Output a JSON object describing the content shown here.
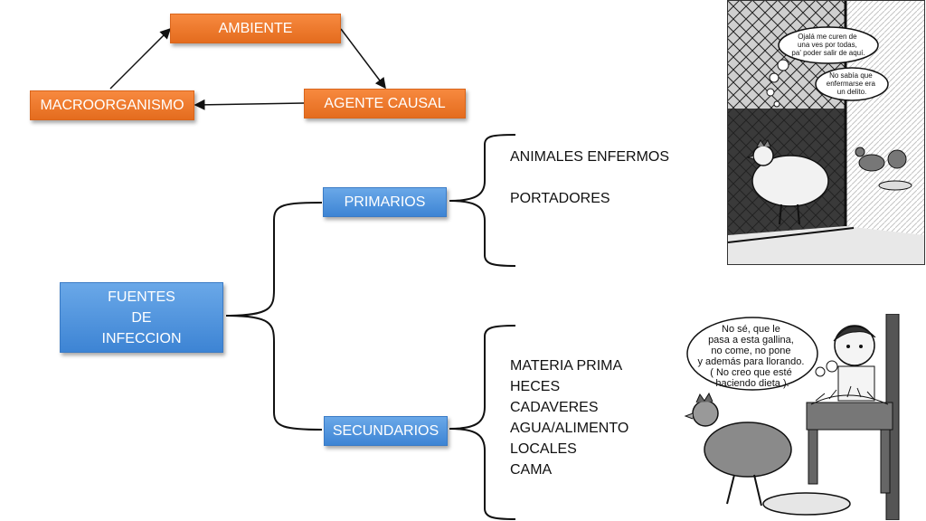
{
  "cycle": {
    "ambiente": "AMBIENTE",
    "agente_causal": "AGENTE CAUSAL",
    "macroorganismo": "MACROORGANISMO"
  },
  "tree": {
    "root": [
      "FUENTES",
      "DE",
      "INFECCION"
    ],
    "primarios": "PRIMARIOS",
    "secundarios": "SECUNDARIOS",
    "primarios_items": [
      "ANIMALES ENFERMOS",
      "PORTADORES"
    ],
    "secundarios_items": [
      "MATERIA PRIMA",
      "HECES",
      "CADAVERES",
      "AGUA/ALIMENTO",
      "LOCALES",
      "CAMA"
    ]
  },
  "comic_top": {
    "bubble1": [
      "Ojalá me curen de",
      "una ves por todas,",
      "pa' poder salir de aquí."
    ],
    "bubble2": [
      "No sabía que",
      "enfermarse era",
      "un delito."
    ]
  },
  "comic_bottom": {
    "bubble": [
      "No sé, que le",
      "pasa a esta gallina,",
      "no come, no pone",
      "y además para llorando.",
      "( No creo que esté",
      "haciendo dieta )."
    ]
  }
}
